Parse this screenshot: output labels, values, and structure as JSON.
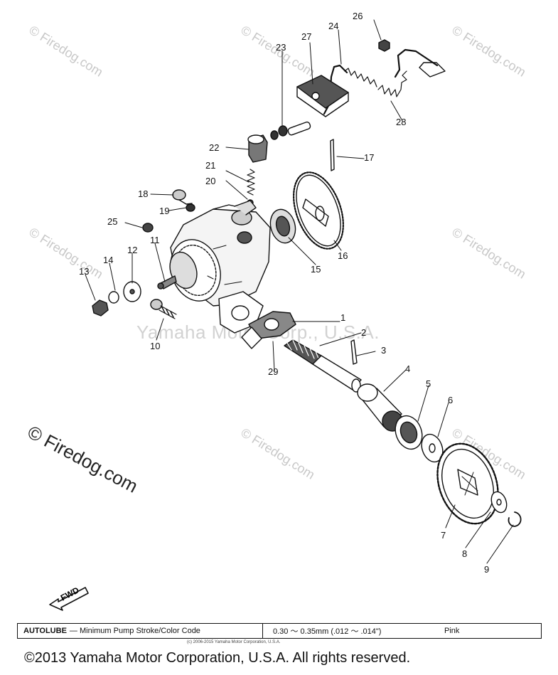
{
  "watermark": {
    "small": "© Firedog.com",
    "large": "© Firedog.com",
    "center": "Yamaha Motor Corp., U.S.A."
  },
  "callouts": [
    "1",
    "2",
    "3",
    "4",
    "5",
    "6",
    "7",
    "8",
    "9",
    "10",
    "11",
    "12",
    "13",
    "14",
    "15",
    "16",
    "17",
    "18",
    "19",
    "20",
    "21",
    "22",
    "23",
    "24",
    "25",
    "26",
    "27",
    "28",
    "29"
  ],
  "fwd_label": "FWD",
  "spec_table": {
    "label_bold": "AUTOLUBE",
    "label_rest": "— Minimum Pump Stroke/Color Code",
    "value": "0.30 〜 0.35mm (.012 〜 .014\")",
    "color": "Pink"
  },
  "small_copyright": "(c) 2006-2015 Yamaha Motor Corporation, U.S.A.",
  "copyright": "©2013 Yamaha Motor Corporation, U.S.A. All rights reserved."
}
